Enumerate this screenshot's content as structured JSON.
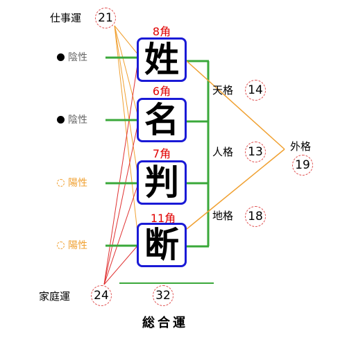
{
  "name_chars": [
    {
      "char": "姓",
      "strokes": "8角",
      "polarity": "陰性",
      "polarity_type": "yin"
    },
    {
      "char": "名",
      "strokes": "6角",
      "polarity": "陰性",
      "polarity_type": "yin"
    },
    {
      "char": "判",
      "strokes": "7角",
      "polarity": "陽性",
      "polarity_type": "yang"
    },
    {
      "char": "断",
      "strokes": "11角",
      "polarity": "陽性",
      "polarity_type": "yang"
    }
  ],
  "fortunes": {
    "shigoto": {
      "label": "仕事運",
      "value": "21"
    },
    "katei": {
      "label": "家庭運",
      "value": "24"
    },
    "tenkaku": {
      "label": "天格",
      "value": "14"
    },
    "jinkaku": {
      "label": "人格",
      "value": "13"
    },
    "chikaku": {
      "label": "地格",
      "value": "18"
    },
    "gaikaku": {
      "label": "外格",
      "value": "19"
    },
    "sokaku": {
      "label": "総合運",
      "value": "32"
    }
  },
  "colors": {
    "box_border": "#1a1ad6",
    "stroke_count": "#e00000",
    "bracket": "#3aa83a",
    "work_lines": "#f0a030",
    "family_lines": "#e03030",
    "yin": "#000000",
    "yang": "#f0a030",
    "circle": "#e05050"
  }
}
